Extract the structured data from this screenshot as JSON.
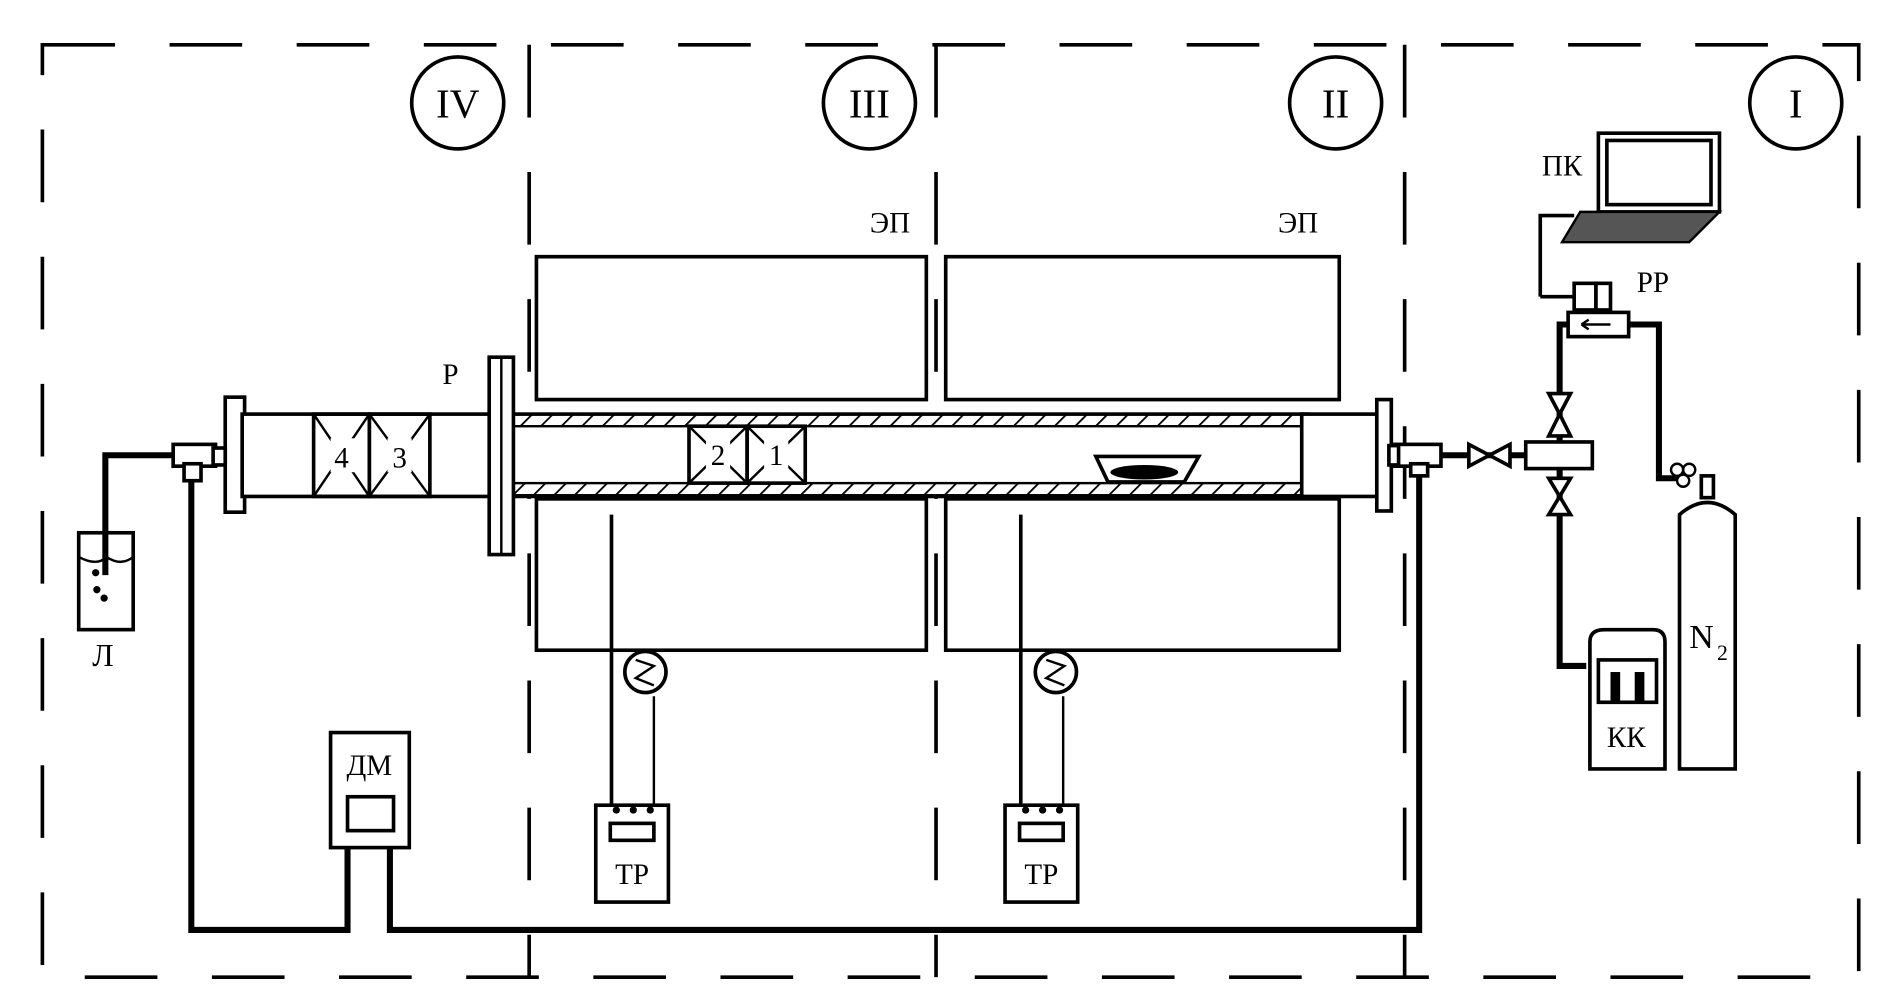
{
  "zones": {
    "IV": "IV",
    "III": "III",
    "II": "II",
    "I": "I"
  },
  "labels": {
    "furnace_1": "ЭП",
    "furnace_2": "ЭП",
    "pk": "ПК",
    "pp": "РР",
    "p": "Р",
    "l": "Л",
    "dm": "ДМ",
    "tr_1": "ТР",
    "tr_2": "ТР",
    "kk": "КК",
    "n2": "N",
    "n2_sub": "2",
    "sample_4": "4",
    "sample_3": "3",
    "sample_2": "2",
    "sample_1": "1"
  }
}
